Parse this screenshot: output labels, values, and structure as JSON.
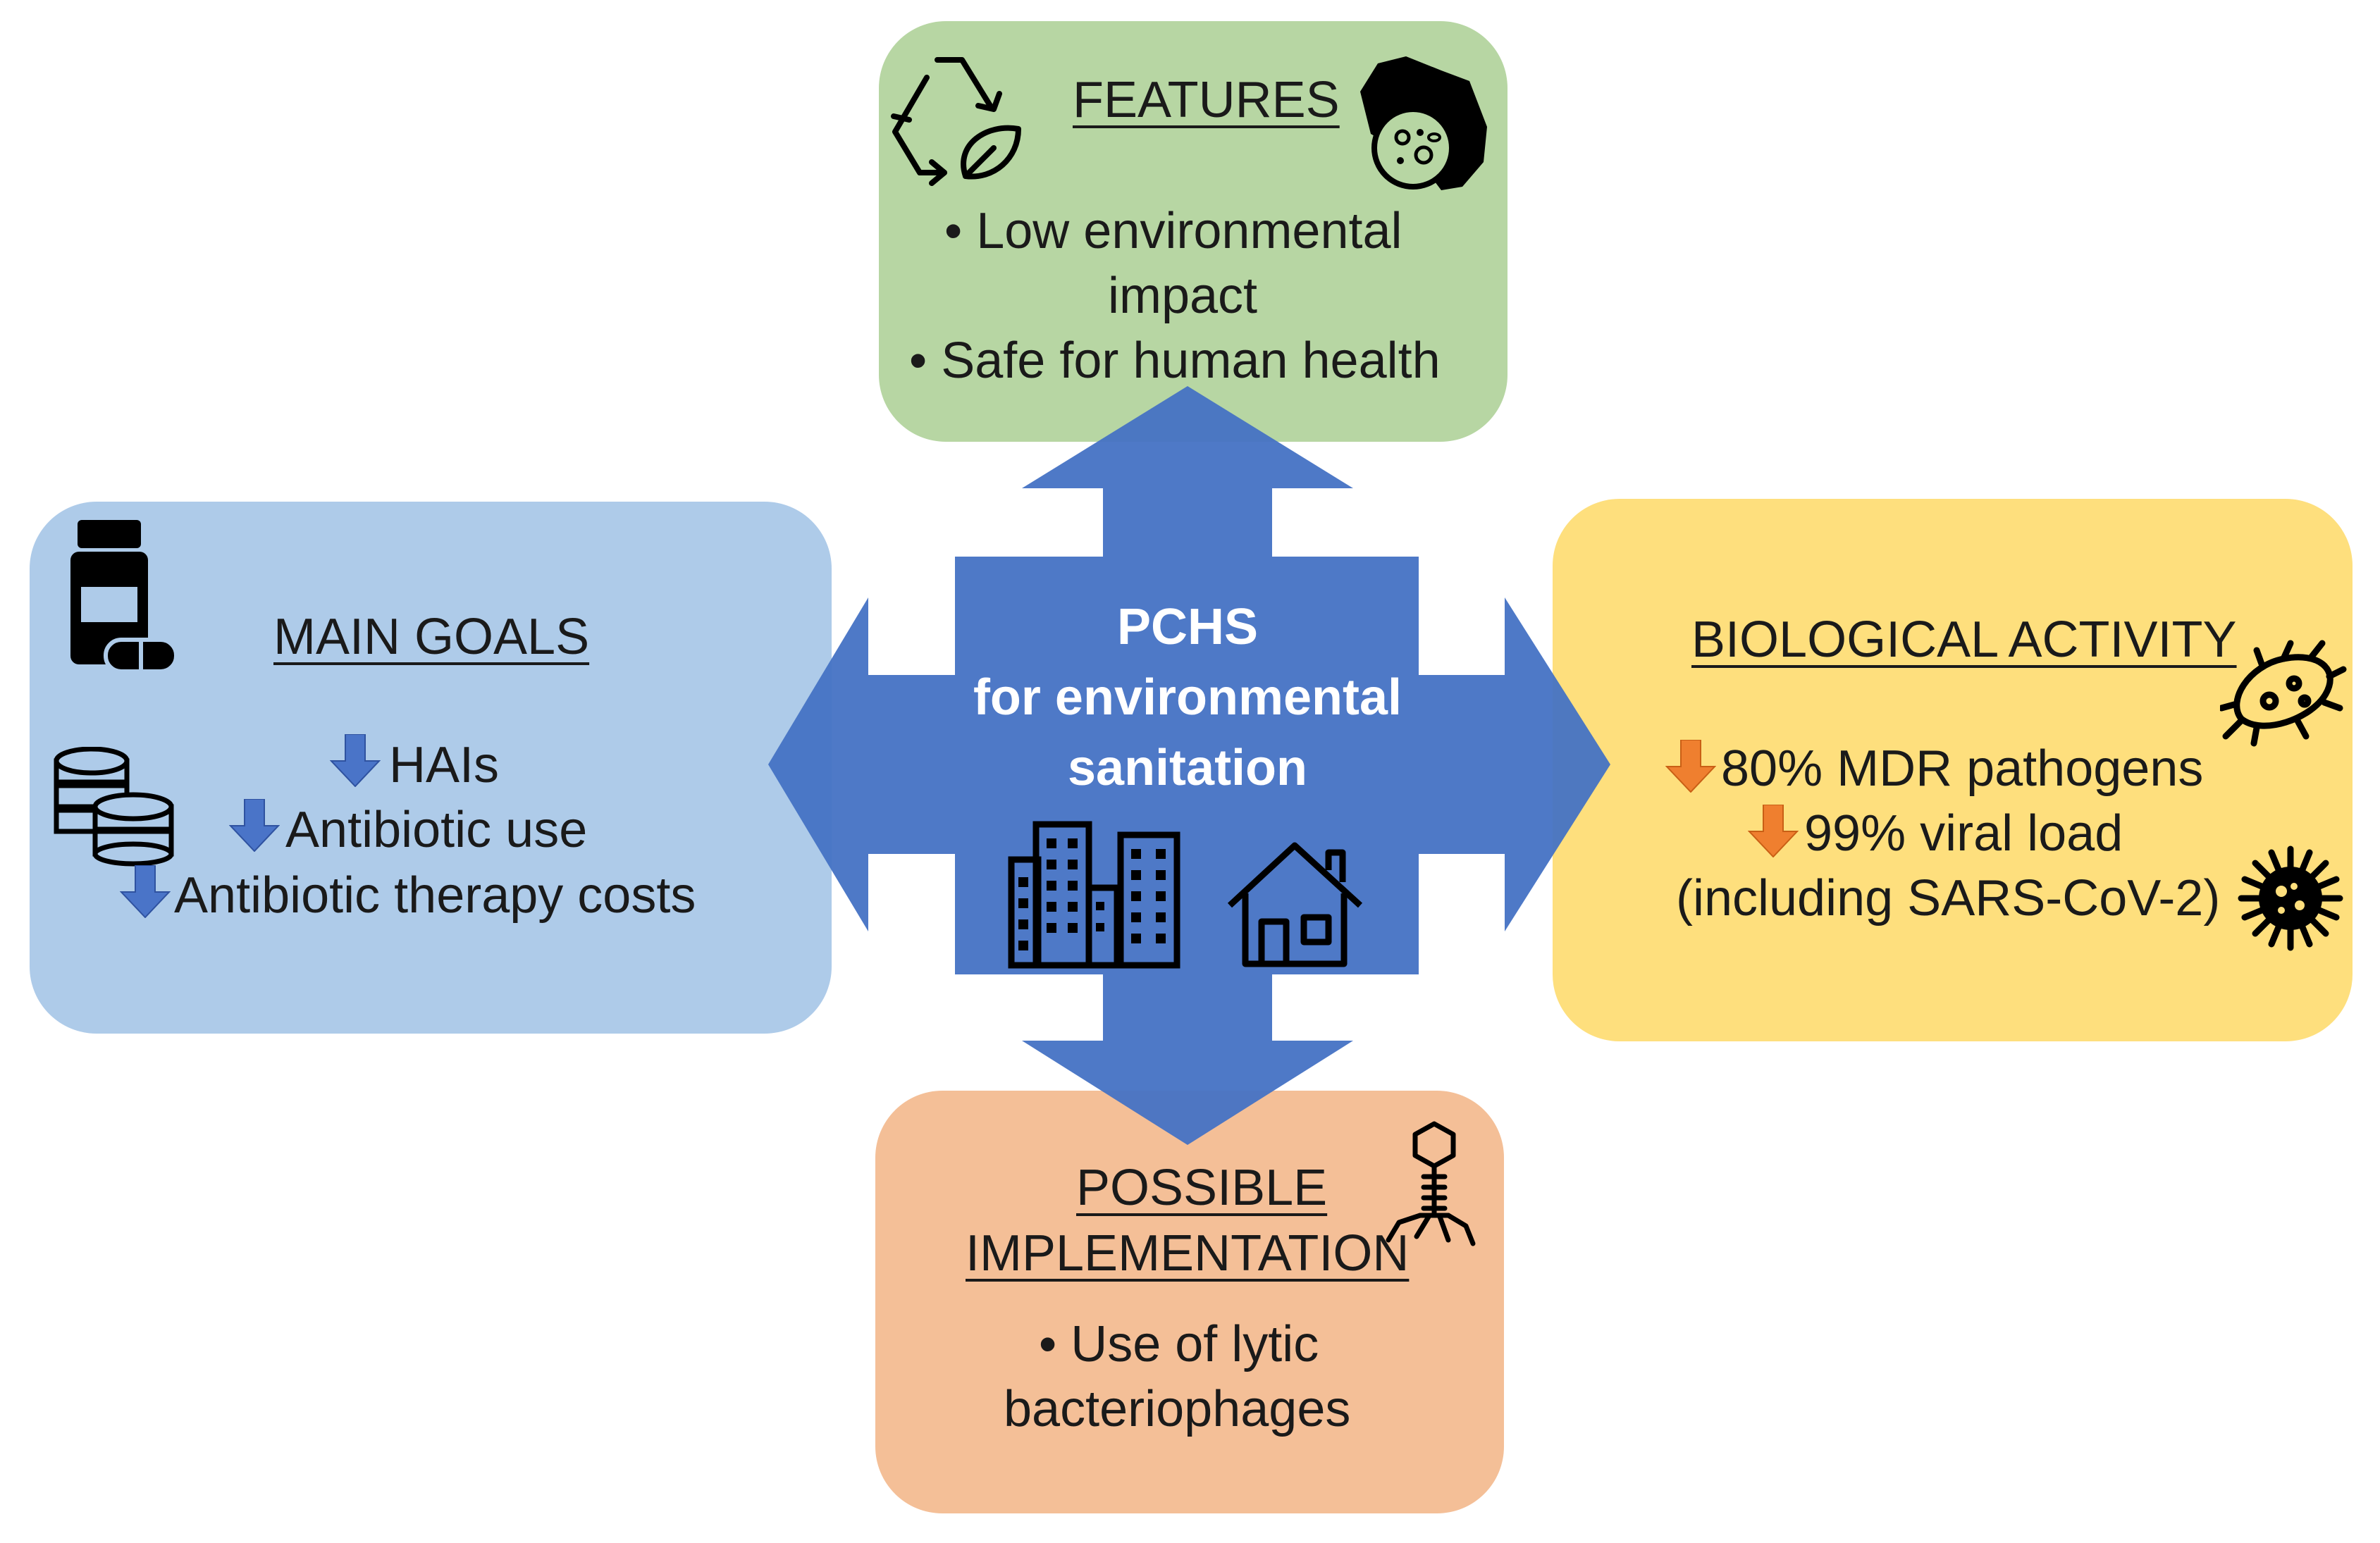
{
  "center": {
    "line1": "PCHS",
    "line2": "for environmental",
    "line3": "sanitation"
  },
  "features": {
    "title": "FEATURES",
    "items": [
      "• Low environmental",
      "impact",
      "• Safe for human health"
    ]
  },
  "main_goals": {
    "title": "MAIN GOALS",
    "items": [
      "HAIs",
      "Antibiotic use",
      "Antibiotic therapy costs"
    ]
  },
  "biological_activity": {
    "title": "BIOLOGICAL ACTIVITY",
    "items": [
      "80% MDR pathogens",
      "99% viral load",
      "(including SARS-CoV-2)"
    ]
  },
  "possible_implementation": {
    "title_line1": "POSSIBLE",
    "title_line2": "IMPLEMENTATION",
    "items": [
      "• Use of lytic",
      "bacteriophages"
    ]
  },
  "colors": {
    "center_arrow": "#4472c4",
    "features_box": "#b7d6a3",
    "goals_box": "#aecbe9",
    "bio_box": "#fedf7d",
    "impl_box": "#f4bf97",
    "down_arrow_blue": "#4a74c8",
    "down_arrow_orange": "#ef7f2f"
  },
  "icons": [
    "recycle-leaf-icon",
    "hand-bacteria-icon",
    "pill-bottle-icon",
    "coins-icon",
    "buildings-icon",
    "house-icon",
    "bacterium-icon",
    "virus-icon",
    "bacteriophage-icon",
    "down-arrow-icon"
  ]
}
